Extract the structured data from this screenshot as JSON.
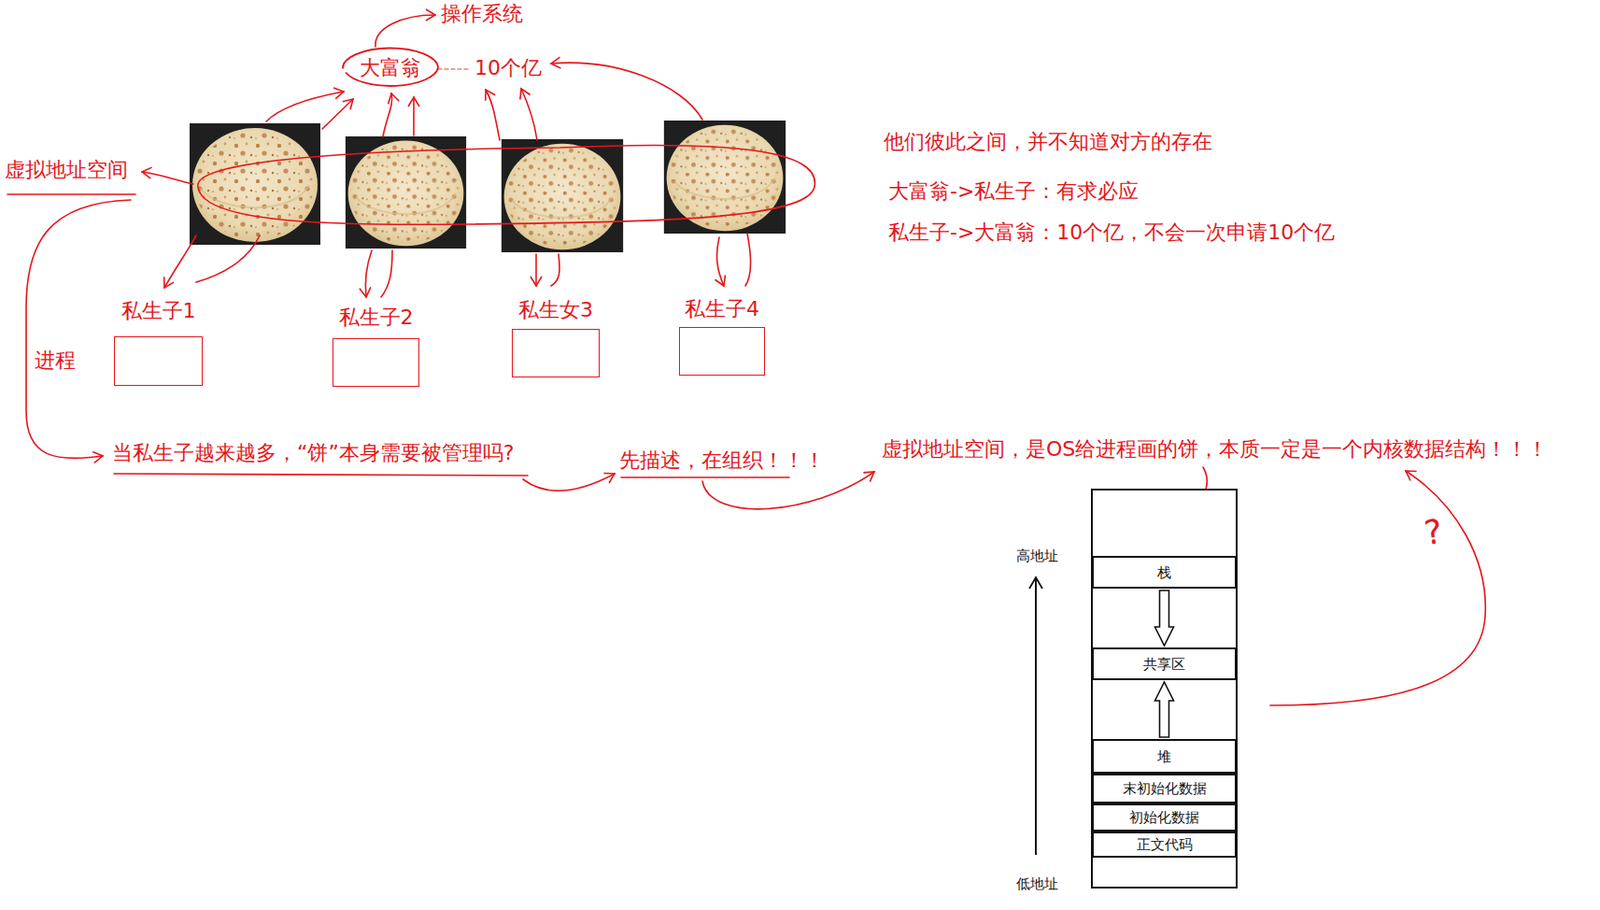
{
  "diagram": {
    "nodes": [
      {
        "text": [
          "大富翁"
        ]
      },
      {
        "text": [
          "私生子1"
        ]
      },
      {
        "text": [
          "私生子2"
        ]
      },
      {
        "text": [
          "私生女3"
        ]
      },
      {
        "text": [
          "私生子4"
        ]
      },
      {
        "text": [
          "栈"
        ]
      },
      {
        "text": [
          "共享区"
        ]
      },
      {
        "text": [
          "堆"
        ]
      },
      {
        "text": [
          "末初始化数据"
        ]
      },
      {
        "text": [
          "初始化数据"
        ]
      },
      {
        "text": [
          "正文代码"
        ]
      }
    ],
    "edges": [
      {
        "from": 5,
        "to": 6,
        "arrow": "to"
      },
      {
        "from": 7,
        "to": 6,
        "arrow": "to"
      }
    ],
    "labels": [
      "操作系统",
      "10个亿",
      "虚拟地址空间",
      "进程",
      "他们彼此之间，并不知道对方的存在",
      "大富翁->私生子：有求必应",
      "私生子->大富翁：10个亿，不会一次申请10个亿",
      "当私生子越来越多，“饼”本身需要被管理吗?",
      "先描述，在组织！！！",
      "虚拟地址空间，是OS给进程画的饼，本质一定是一个内核数据结构！！！",
      "?",
      "高地址",
      "低地址"
    ]
  }
}
